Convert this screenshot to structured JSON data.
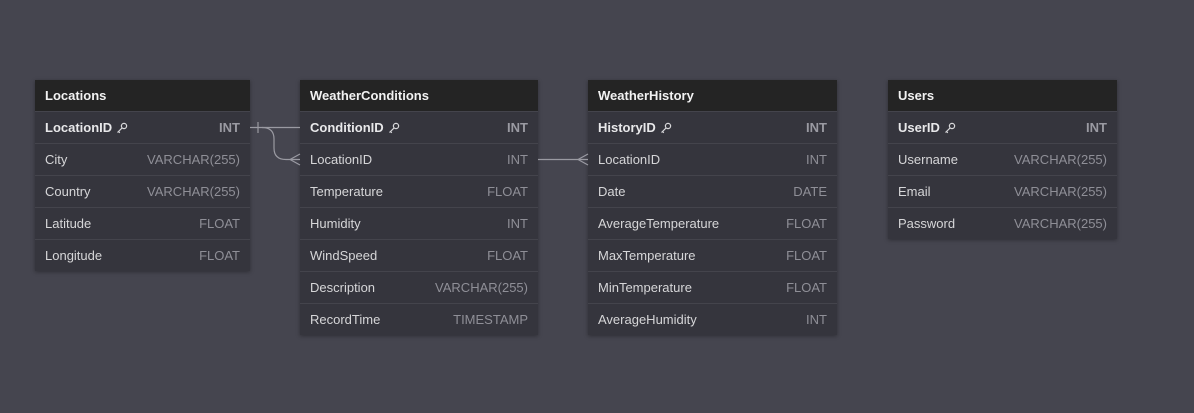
{
  "colors": {
    "canvas": "#45454f",
    "table_body": "#35353d",
    "table_header": "#242424",
    "relation_line": "#9a9aa2"
  },
  "tables": [
    {
      "name": "Locations",
      "columns": [
        {
          "name": "LocationID",
          "type": "INT",
          "pk": true
        },
        {
          "name": "City",
          "type": "VARCHAR(255)"
        },
        {
          "name": "Country",
          "type": "VARCHAR(255)"
        },
        {
          "name": "Latitude",
          "type": "FLOAT"
        },
        {
          "name": "Longitude",
          "type": "FLOAT"
        }
      ]
    },
    {
      "name": "WeatherConditions",
      "columns": [
        {
          "name": "ConditionID",
          "type": "INT",
          "pk": true
        },
        {
          "name": "LocationID",
          "type": "INT"
        },
        {
          "name": "Temperature",
          "type": "FLOAT"
        },
        {
          "name": "Humidity",
          "type": "INT"
        },
        {
          "name": "WindSpeed",
          "type": "FLOAT"
        },
        {
          "name": "Description",
          "type": "VARCHAR(255)"
        },
        {
          "name": "RecordTime",
          "type": "TIMESTAMP"
        }
      ]
    },
    {
      "name": "WeatherHistory",
      "columns": [
        {
          "name": "HistoryID",
          "type": "INT",
          "pk": true
        },
        {
          "name": "LocationID",
          "type": "INT"
        },
        {
          "name": "Date",
          "type": "DATE"
        },
        {
          "name": "AverageTemperature",
          "type": "FLOAT"
        },
        {
          "name": "MaxTemperature",
          "type": "FLOAT"
        },
        {
          "name": "MinTemperature",
          "type": "FLOAT"
        },
        {
          "name": "AverageHumidity",
          "type": "INT"
        }
      ]
    },
    {
      "name": "Users",
      "columns": [
        {
          "name": "UserID",
          "type": "INT",
          "pk": true
        },
        {
          "name": "Username",
          "type": "VARCHAR(255)"
        },
        {
          "name": "Email",
          "type": "VARCHAR(255)"
        },
        {
          "name": "Password",
          "type": "VARCHAR(255)"
        }
      ]
    }
  ],
  "relationships": [
    {
      "from_table": "Locations",
      "from_column": "LocationID",
      "from_card": "one",
      "to_table": "WeatherConditions",
      "to_column": "ConditionID",
      "to_card": "one"
    },
    {
      "from_table": "Locations",
      "from_column": "LocationID",
      "from_card": "one",
      "to_table": "WeatherConditions",
      "to_column": "LocationID",
      "to_card": "many"
    },
    {
      "from_table": "WeatherConditions",
      "from_column": "LocationID",
      "from_card": "one",
      "to_table": "WeatherHistory",
      "to_column": "LocationID",
      "to_card": "many"
    }
  ]
}
